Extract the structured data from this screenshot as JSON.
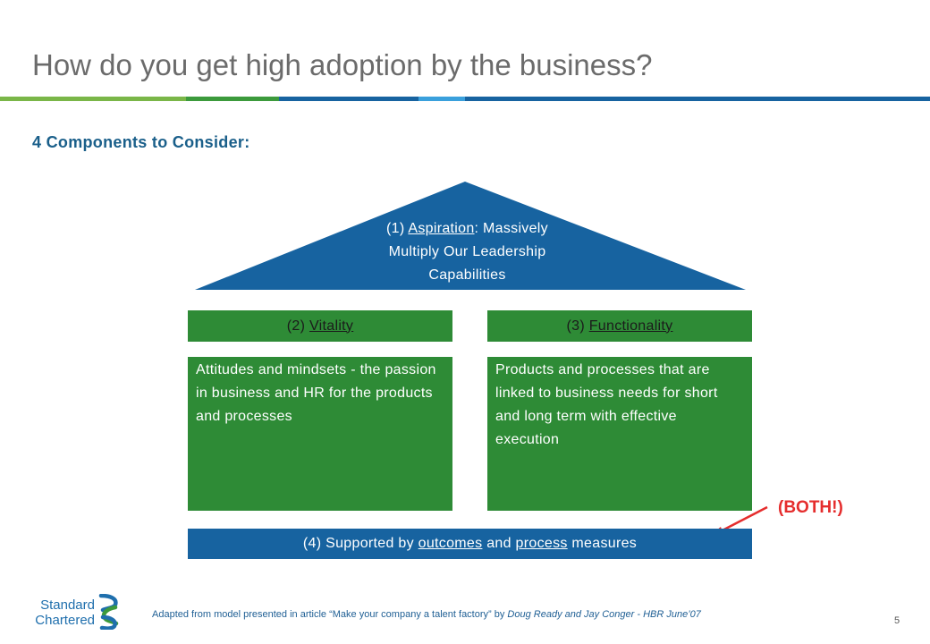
{
  "title": "How do you get high adoption by the business?",
  "subtitle": "4 Components to Consider:",
  "colors": {
    "navy": "#1763a0",
    "green": "#2e8b36",
    "light_green": "#7ab648",
    "light_blue": "#3aa0dc",
    "red": "#e52d2d"
  },
  "roof": {
    "num": "(1)",
    "keyword": "Aspiration",
    "rest_line1": ": Massively",
    "line2": "Multiply Our Leadership",
    "line3": "Capabilities"
  },
  "pillars": [
    {
      "num": "(2)",
      "keyword": "Vitality",
      "body": "Attitudes and mindsets -  the passion in business and HR for the products and processes"
    },
    {
      "num": "(3)",
      "keyword": "Functionality",
      "body": "Products and processes that are linked to business needs for short and long term with effective execution"
    }
  ],
  "base": {
    "prefix": "(4) Supported by",
    "word1": "outcomes",
    "middle": "and",
    "word2": "process",
    "suffix": "measures"
  },
  "callout": "(BOTH!)",
  "logo": {
    "line1": "Standard",
    "line2": "Chartered",
    "icon": "standard-chartered-logo-icon"
  },
  "footer": {
    "text1": "Adapted from model presented in article “Make your company a talent factory” by",
    "authors": "Doug Ready and Jay Conger",
    "text2": "- HBR  June’07"
  },
  "page_number": "5"
}
